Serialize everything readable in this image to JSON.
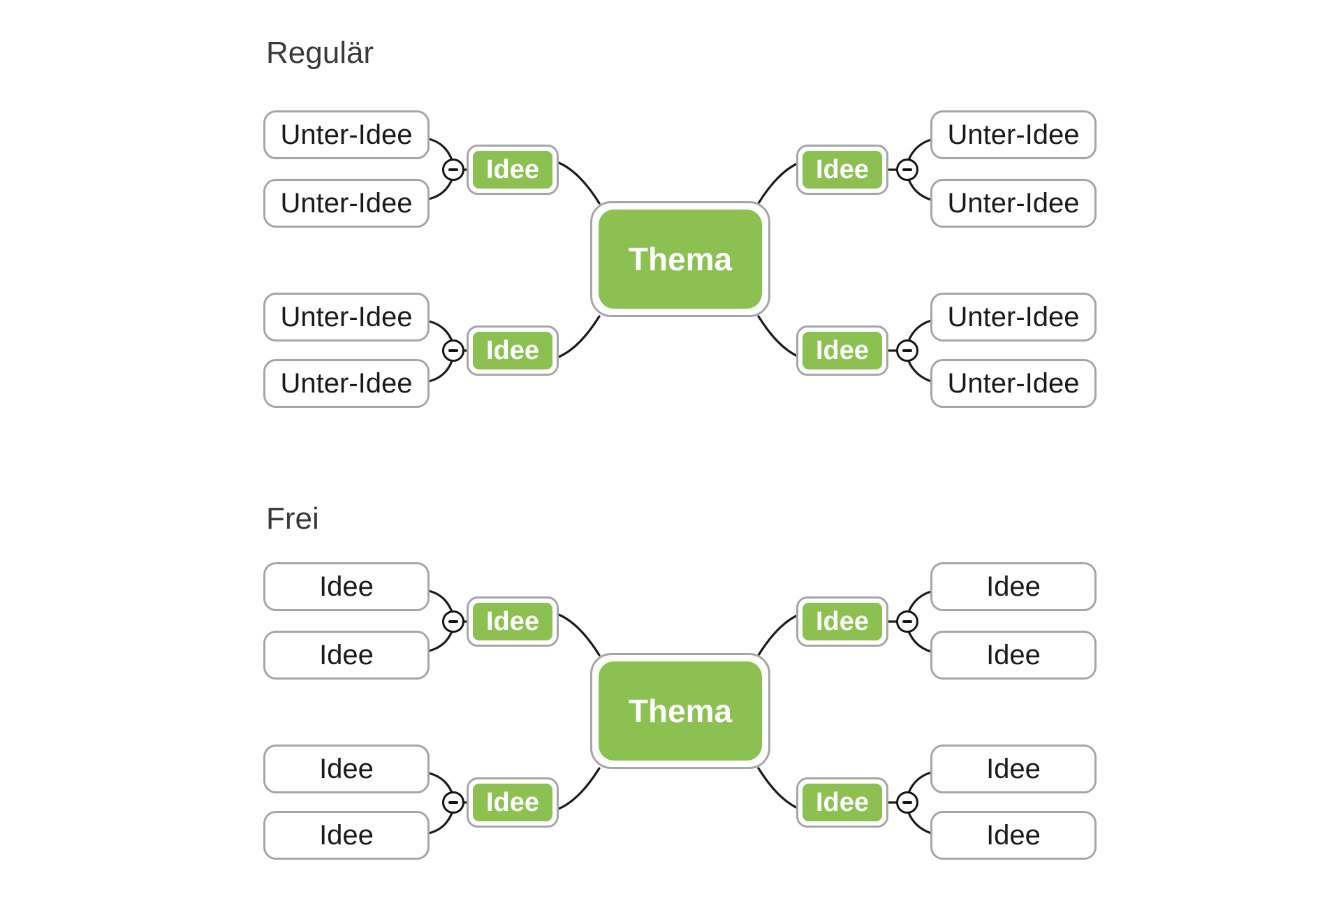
{
  "sections": [
    {
      "heading": "Regulär",
      "mindmap": {
        "center": "Thema",
        "branches": [
          {
            "label": "Idee",
            "position": "top-left",
            "leaves": [
              "Unter-Idee",
              "Unter-Idee"
            ]
          },
          {
            "label": "Idee",
            "position": "bottom-left",
            "leaves": [
              "Unter-Idee",
              "Unter-Idee"
            ]
          },
          {
            "label": "Idee",
            "position": "top-right",
            "leaves": [
              "Unter-Idee",
              "Unter-Idee"
            ]
          },
          {
            "label": "Idee",
            "position": "bottom-right",
            "leaves": [
              "Unter-Idee",
              "Unter-Idee"
            ]
          }
        ]
      }
    },
    {
      "heading": "Frei",
      "mindmap": {
        "center": "Thema",
        "branches": [
          {
            "label": "Idee",
            "position": "top-left",
            "leaves": [
              "Idee",
              "Idee"
            ]
          },
          {
            "label": "Idee",
            "position": "bottom-left",
            "leaves": [
              "Idee",
              "Idee"
            ]
          },
          {
            "label": "Idee",
            "position": "top-right",
            "leaves": [
              "Idee",
              "Idee"
            ]
          },
          {
            "label": "Idee",
            "position": "bottom-right",
            "leaves": [
              "Idee",
              "Idee"
            ]
          }
        ]
      }
    }
  ],
  "icons": {
    "toggle": "minus-icon"
  },
  "colors": {
    "node_green": "#8cc152",
    "node_border": "#a6a6a6",
    "connector": "#1b1b1b",
    "leaf_text": "#1a1a1a",
    "node_text": "#ffffff",
    "heading_text": "#3a3a3a",
    "background": "#ffffff"
  }
}
